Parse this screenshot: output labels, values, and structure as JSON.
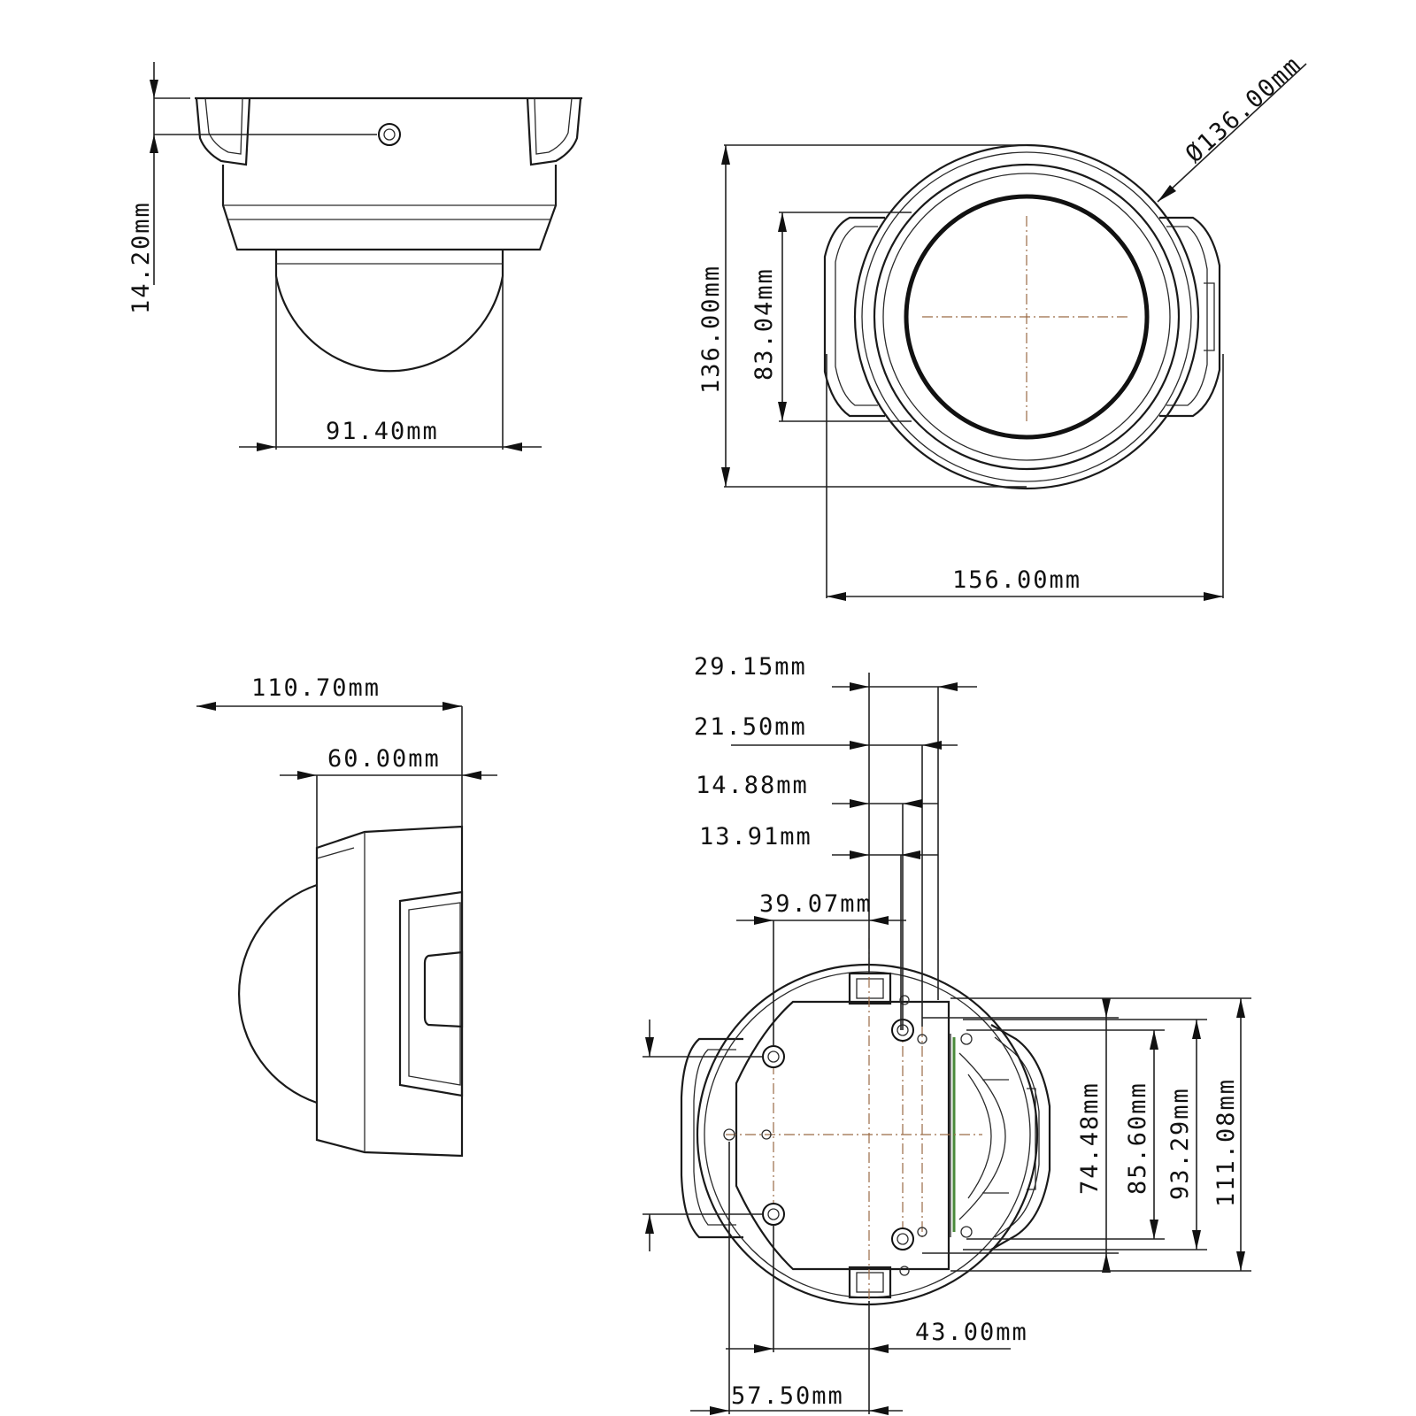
{
  "dimensions": {
    "side_view": {
      "height": "14.20mm",
      "dome_width": "91.40mm"
    },
    "top_view": {
      "diameter": "Ø136.00mm",
      "height": "136.00mm",
      "lens_window": "83.04mm",
      "width": "156.00mm"
    },
    "profile_view": {
      "overall": "110.70mm",
      "body": "60.00mm"
    },
    "bottom_view": {
      "d1": "29.15mm",
      "d2": "21.50mm",
      "d3": "14.88mm",
      "d4": "13.91mm",
      "d5": "39.07mm",
      "d6": "74.48mm",
      "d7": "85.60mm",
      "d8": "93.29mm",
      "d9": "111.08mm",
      "d10": "43.00mm",
      "d11": "57.50mm"
    }
  }
}
